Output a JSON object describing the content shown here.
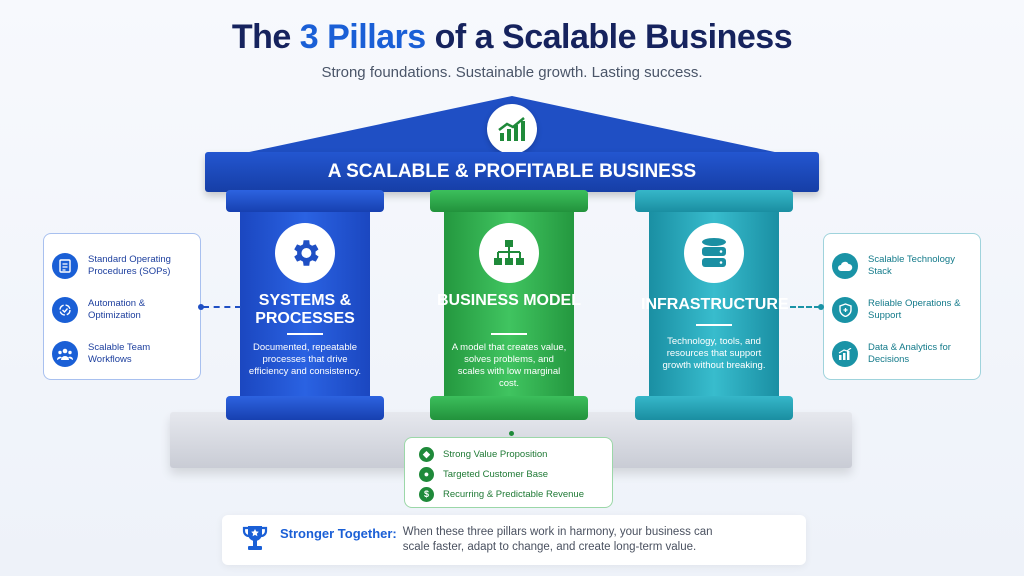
{
  "title": {
    "pre": "The ",
    "highlight": "3 Pillars",
    "post": " of a Scalable Business"
  },
  "subtitle": "Strong foundations. Sustainable growth. Lasting success.",
  "roof": {
    "label": "A SCALABLE & PROFITABLE BUSINESS",
    "icon": "growth-chart-icon"
  },
  "pillars": [
    {
      "name": "SYSTEMS & PROCESSES",
      "desc": "Documented, repeatable processes that drive efficiency and consistency.",
      "icon": "gear-icon",
      "color": "#1f4fc4"
    },
    {
      "name": "BUSINESS MODEL",
      "desc": "A model that creates value, solves problems, and scales with low marginal cost.",
      "icon": "hierarchy-icon",
      "color": "#2ea84b"
    },
    {
      "name": "INFRASTRUCTURE",
      "desc": "Technology, tools, and resources that support growth without breaking.",
      "icon": "database-icon",
      "color": "#22a3b6"
    }
  ],
  "left_box": [
    {
      "label": "Standard Operating Procedures (SOPs)",
      "icon": "clipboard-checklist-icon"
    },
    {
      "label": "Automation & Optimization",
      "icon": "refresh-check-icon"
    },
    {
      "label": "Scalable Team Workflows",
      "icon": "team-icon"
    }
  ],
  "right_box": [
    {
      "label": "Scalable Technology Stack",
      "icon": "cloud-icon"
    },
    {
      "label": "Reliable Operations & Support",
      "icon": "shield-icon"
    },
    {
      "label": "Data & Analytics for Decisions",
      "icon": "bar-chart-icon"
    }
  ],
  "center_box": [
    {
      "label": "Strong Value Proposition",
      "icon": "tag-icon"
    },
    {
      "label": "Targeted Customer Base",
      "icon": "users-icon"
    },
    {
      "label": "Recurring & Predictable Revenue",
      "icon": "dollar-icon",
      "glyph": "$"
    }
  ],
  "footer": {
    "heading": "Stronger Together:",
    "text": "When these three pillars work in harmony, your business can scale faster, adapt to change, and create long-term value.",
    "icon": "trophy-icon"
  }
}
